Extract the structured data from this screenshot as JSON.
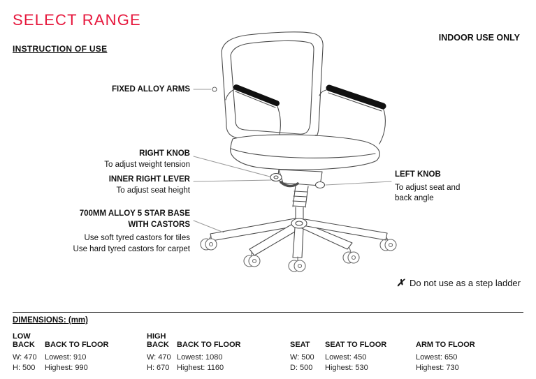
{
  "page": {
    "title": "SELECT RANGE",
    "accent_color": "#e6173c",
    "section_heading": "INSTRUCTION OF USE",
    "indoor_note": "INDOOR USE ONLY"
  },
  "callouts": {
    "arms_label": "FIXED ALLOY ARMS",
    "right_knob_label": "RIGHT KNOB",
    "right_knob_desc": "To adjust weight tension",
    "inner_lever_label": "INNER RIGHT LEVER",
    "inner_lever_desc": "To adjust seat height",
    "left_knob_label": "LEFT KNOB",
    "left_knob_desc1": "To adjust seat and",
    "left_knob_desc2": "back angle",
    "base_label1": "700MM ALLOY 5 STAR BASE",
    "base_label2": "WITH CASTORS",
    "base_desc1": "Use soft tyred castors for tiles",
    "base_desc2": "Use hard tyred castors for carpet"
  },
  "warning": {
    "mark": "✗",
    "text": "Do not use as a step ladder"
  },
  "dimensions": {
    "heading": "DIMENSIONS: (mm)",
    "groups": [
      {
        "h1": "LOW",
        "h2": "BACK",
        "r1": "W: 470",
        "r2": "H: 500"
      },
      {
        "h1": "BACK TO FLOOR",
        "h2": "",
        "r1": "Lowest: 910",
        "r2": "Highest: 990"
      },
      {
        "h1": "HIGH",
        "h2": "BACK",
        "r1": "W: 470",
        "r2": "H: 670"
      },
      {
        "h1": "BACK TO FLOOR",
        "h2": "",
        "r1": "Lowest: 1080",
        "r2": "Highest: 1160"
      },
      {
        "h1": "SEAT",
        "h2": "",
        "r1": "W: 500",
        "r2": "D: 500"
      },
      {
        "h1": "SEAT TO FLOOR",
        "h2": "",
        "r1": "Lowest: 450",
        "r2": "Highest: 530"
      },
      {
        "h1": "ARM TO FLOOR",
        "h2": "",
        "r1": "Lowest: 650",
        "r2": "Highest: 730"
      }
    ]
  }
}
